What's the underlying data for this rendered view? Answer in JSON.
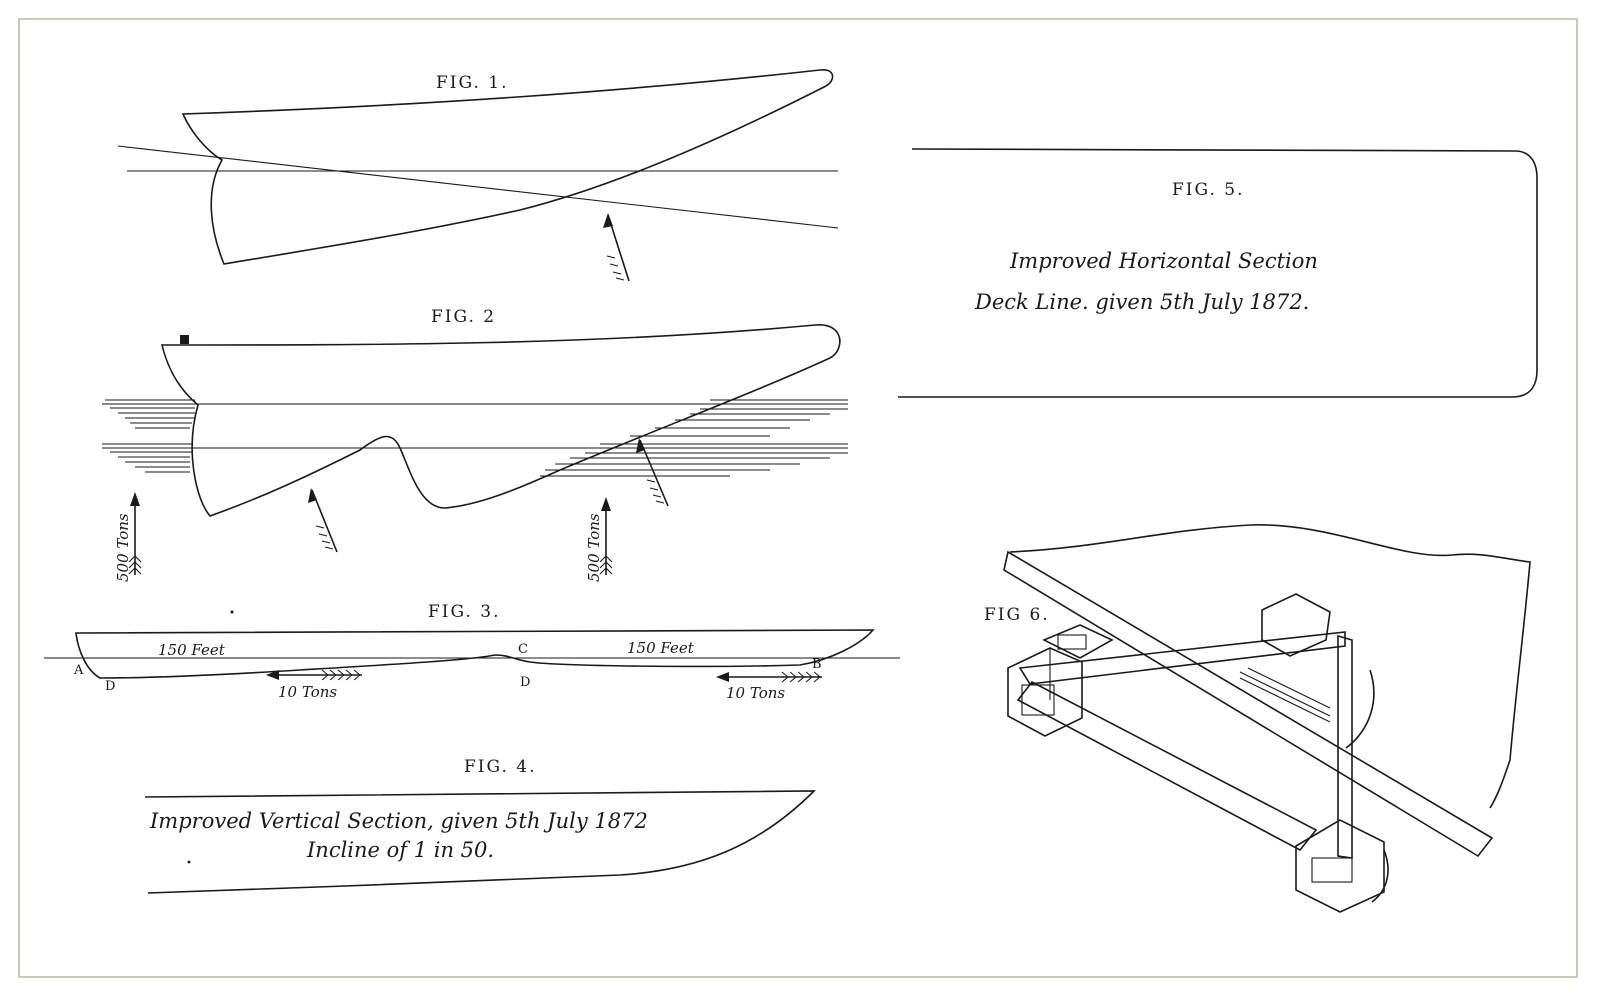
{
  "figures": {
    "fig1": {
      "label": "FIG. 1."
    },
    "fig2": {
      "label": "FIG. 2",
      "force_left": "500 Tons",
      "force_right": "500 Tons"
    },
    "fig3": {
      "label": "FIG. 3.",
      "length_left": "150 Feet",
      "length_right": "150 Feet",
      "force_left": "10 Tons",
      "force_right": "10 Tons",
      "point_a": "A",
      "point_b": "B",
      "point_c": "C",
      "point_d1": "D",
      "point_d2": "D"
    },
    "fig4": {
      "label": "FIG. 4.",
      "caption_line1": "Improved Vertical Section, given 5th July 1872",
      "caption_line2": "Incline of 1 in 50."
    },
    "fig5": {
      "label": "FIG. 5.",
      "caption_line1": "Improved Horizontal Section",
      "caption_line2": "Deck Line. given 5th July 1872."
    },
    "fig6": {
      "label": "FIG 6."
    }
  },
  "colors": {
    "ink": "#1a1a1a",
    "border": "#c9cbb8",
    "paper": "#ffffff"
  }
}
